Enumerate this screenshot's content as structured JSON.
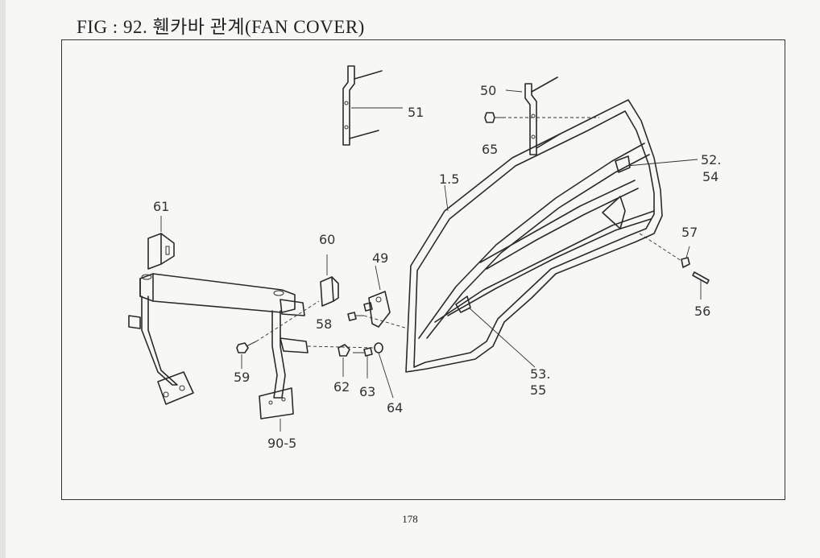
{
  "title": "FIG : 92. 휀카바 관계(FAN COVER)",
  "page_number": "178",
  "callouts": {
    "c51": "51",
    "c50": "50",
    "c65": "65",
    "c1_5": "1.5",
    "c52": "52.",
    "c54": "54",
    "c61": "61",
    "c60": "60",
    "c49": "49",
    "c57": "57",
    "c56": "56",
    "c58": "58",
    "c59": "59",
    "c62": "62",
    "c63": "63",
    "c64": "64",
    "c53": "53.",
    "c55": "55",
    "c90_5": "90-5"
  }
}
